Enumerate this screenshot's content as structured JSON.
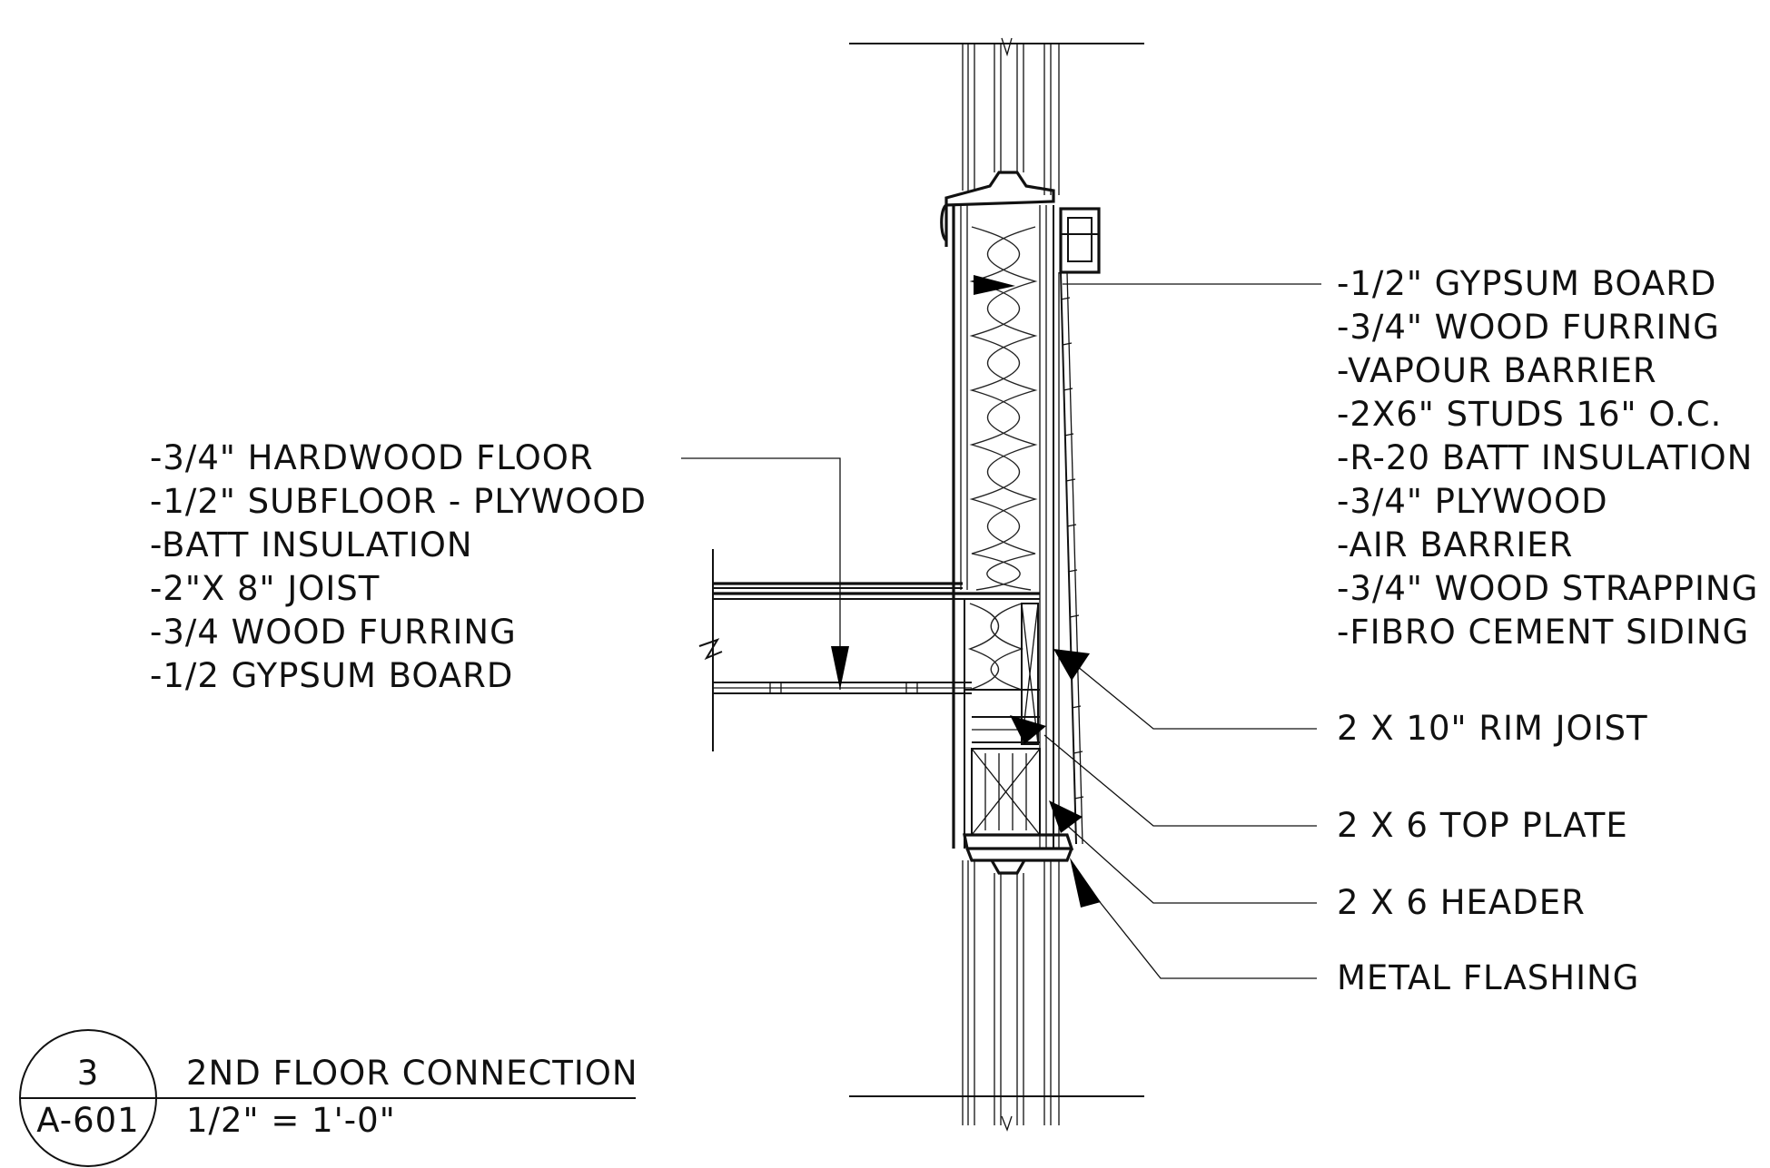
{
  "wall_assembly": [
    "-1/2\" GYPSUM BOARD",
    "-3/4\" WOOD FURRING",
    "-VAPOUR BARRIER",
    "-2X6\" STUDS 16\" O.C.",
    "-R-20 BATT INSULATION",
    "-3/4\" PLYWOOD",
    "-AIR BARRIER",
    "-3/4\" WOOD STRAPPING",
    "-FIBRO CEMENT SIDING"
  ],
  "floor_assembly": [
    "-3/4\" HARDWOOD FLOOR",
    "-1/2\" SUBFLOOR - PLYWOOD",
    "-BATT INSULATION",
    "-2\"X 8\" JOIST",
    "-3/4 WOOD FURRING",
    "-1/2 GYPSUM BOARD"
  ],
  "callouts": {
    "rim_joist": "2 X 10\" RIM JOIST",
    "top_plate": "2 X 6 TOP PLATE",
    "header": "2 X 6 HEADER",
    "flashing": "METAL FLASHING"
  },
  "title_block": {
    "detail_number": "3",
    "sheet_number": "A-601",
    "title": "2ND FLOOR CONNECTION",
    "scale": "1/2\" = 1'-0\""
  }
}
